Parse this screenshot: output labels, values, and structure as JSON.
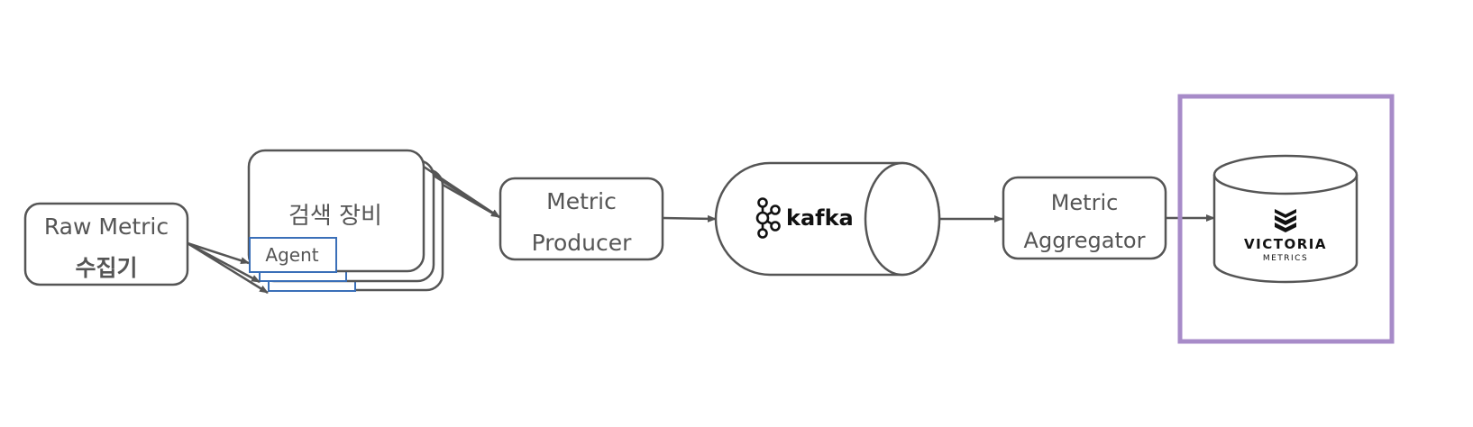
{
  "nodes": {
    "raw_metric": {
      "line1": "Raw Metric",
      "line2": "수집기"
    },
    "search_equipment": {
      "title": "검색 장비",
      "agent": "Agent"
    },
    "metric_producer": {
      "line1": "Metric",
      "line2": "Producer"
    },
    "kafka": {
      "logo_text": "kafka",
      "icon": "kafka-logo-icon"
    },
    "metric_aggregator": {
      "line1": "Metric",
      "line2": "Aggregator"
    },
    "victoria_metrics": {
      "line1": "VICTORIA",
      "line2": "METRICS",
      "icon": "victoria-metrics-logo-icon"
    }
  },
  "colors": {
    "stroke": "#555555",
    "agent_border": "#3a6fb8",
    "highlight_border": "#a78bc8",
    "text": "#555555"
  }
}
